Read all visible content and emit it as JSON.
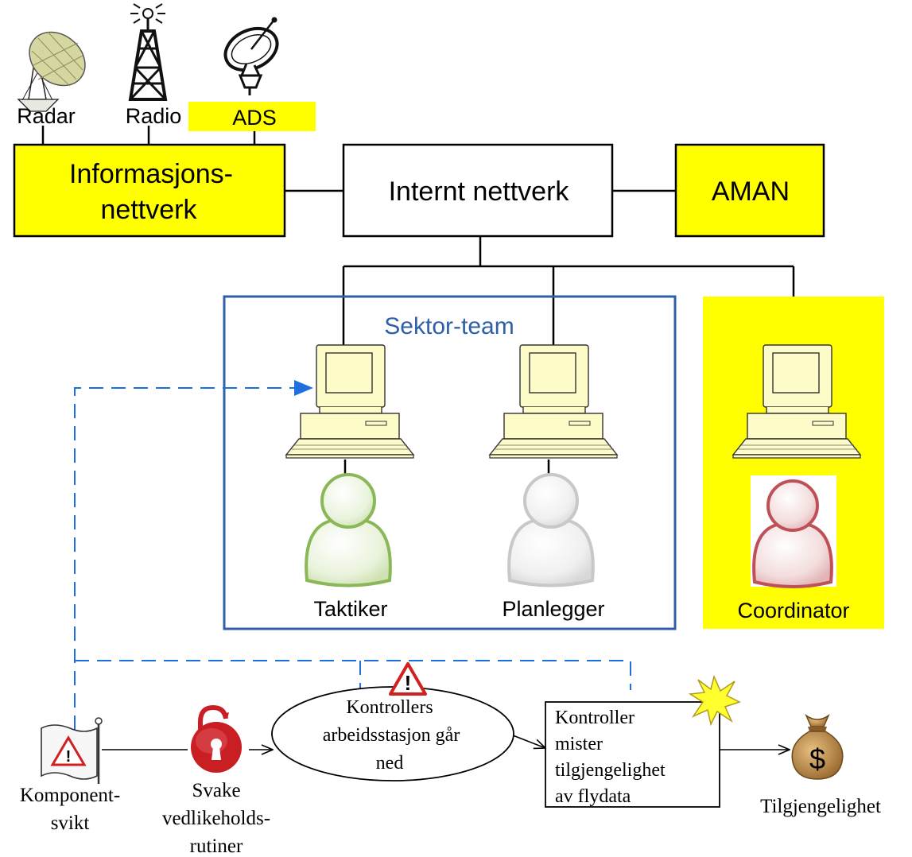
{
  "sources": {
    "radar": "Radar",
    "radio": "Radio",
    "ads": "ADS"
  },
  "nodes": {
    "info_network_line1": "Informasjons-",
    "info_network_line2": "nettverk",
    "internal_network": "Internt nettverk",
    "aman": "AMAN"
  },
  "sector_team": {
    "title": "Sektor-team",
    "tactician": "Taktiker",
    "planner": "Planlegger"
  },
  "coordinator": "Coordinator",
  "bowtie": {
    "threat_line1": "Komponent-",
    "threat_line2": "svikt",
    "barrier_line1": "Svake",
    "barrier_line2": "vedlikeholds-",
    "barrier_line3": "rutiner",
    "event_line1": "Kontrollers",
    "event_line2": "arbeidsstasjon går",
    "event_line3": "ned",
    "consequence_line1": "Kontroller",
    "consequence_line2": "mister",
    "consequence_line3": "tilgjengelighet",
    "consequence_line4": "av flydata",
    "asset": "Tilgjengelighet",
    "asset_symbol": "$"
  },
  "icons": {
    "radar": "radar-dish-icon",
    "radio": "radio-tower-icon",
    "ads": "satellite-dish-icon",
    "computer": "computer-icon",
    "person": "person-icon",
    "warning": "warning-triangle-icon",
    "flag": "threat-flag-icon",
    "lock": "open-padlock-icon",
    "burst": "explosion-icon",
    "money": "money-bag-icon"
  },
  "colors": {
    "highlight": "#ffff00",
    "sector_border": "#2e5fa8",
    "sector_title": "#2e5fa8",
    "dashed": "#1f6fe0",
    "computer_body": "#fdfbc8",
    "person_green": "#8ab858",
    "person_grey": "#c8c8c8",
    "person_red": "#c05058",
    "lock_red": "#c81e24",
    "warning_red": "#d02020",
    "money_brown": "#b07a3a"
  }
}
